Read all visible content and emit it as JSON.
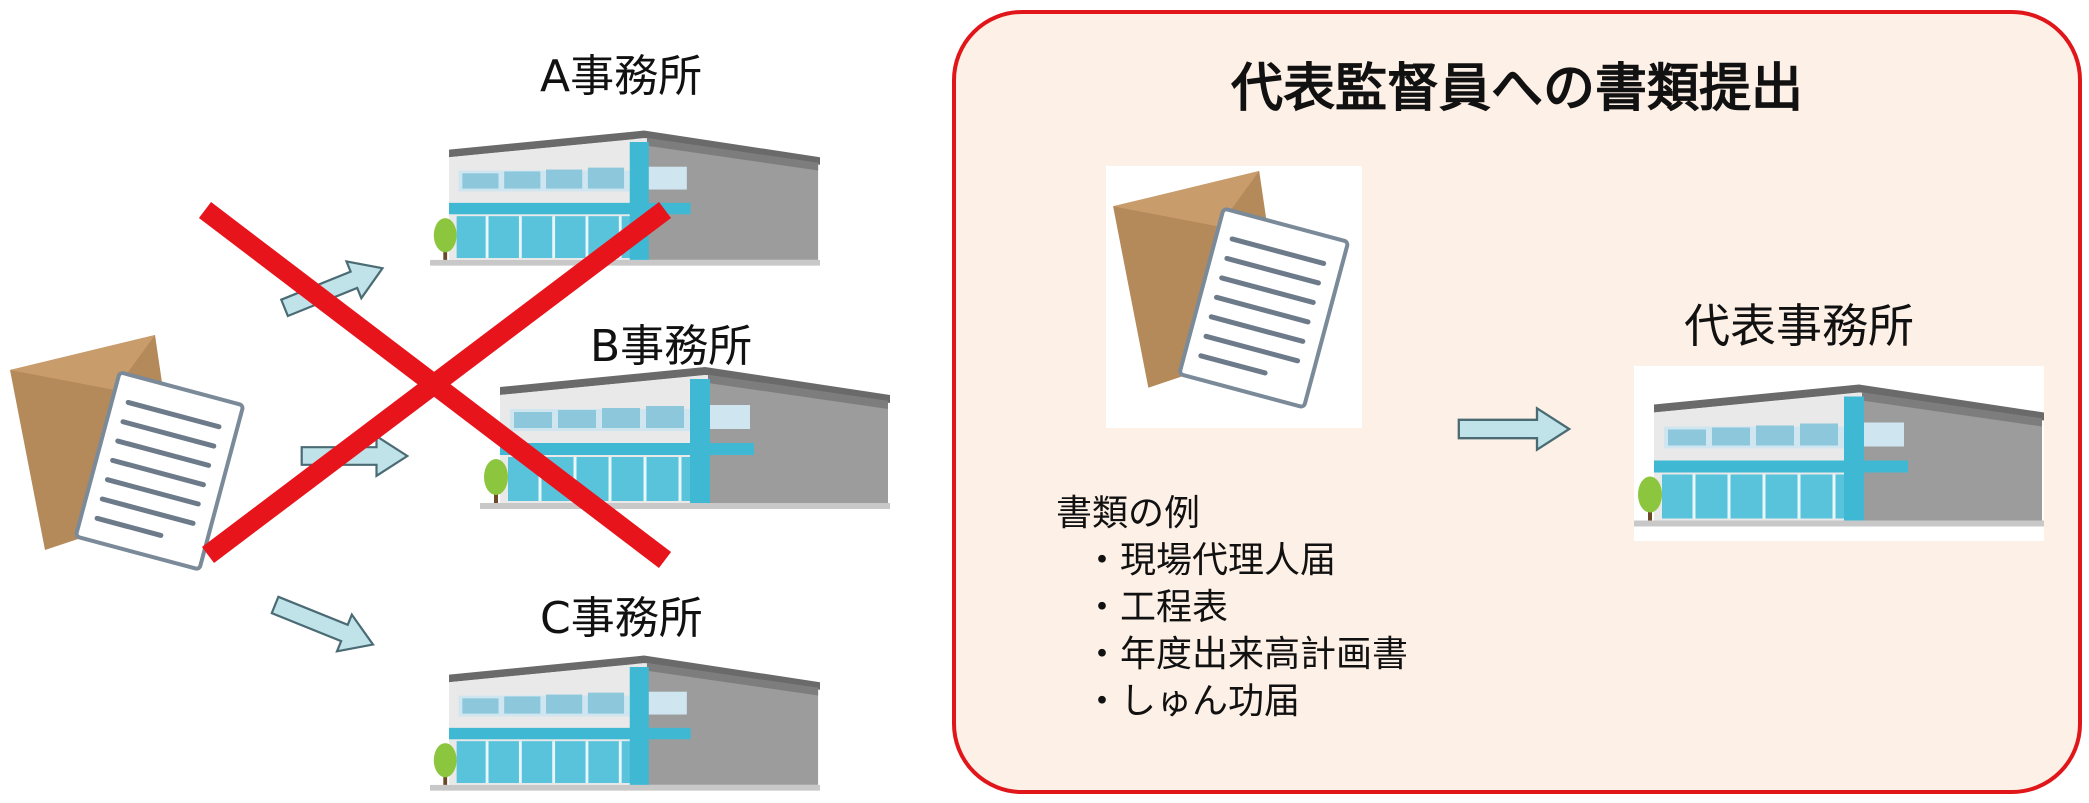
{
  "left": {
    "offices": [
      {
        "label": "A事務所"
      },
      {
        "label": "B事務所"
      },
      {
        "label": "C事務所"
      }
    ]
  },
  "right": {
    "title": "代表監督員への書類提出",
    "representative_office": "代表事務所",
    "documents": {
      "heading": "書類の例",
      "items": [
        "・現場代理人届",
        "・工程表",
        "・年度出来高計画書",
        "・しゅん功届"
      ]
    }
  },
  "colors": {
    "panel_border": "#e0161a",
    "panel_fill": "#fdf0e6",
    "cross": "#e8141c",
    "arrow_fill": "#bfe3e8",
    "arrow_stroke": "#4b6b74",
    "envelope": "#b58a5a",
    "building_glass": "#3fb8d3"
  }
}
